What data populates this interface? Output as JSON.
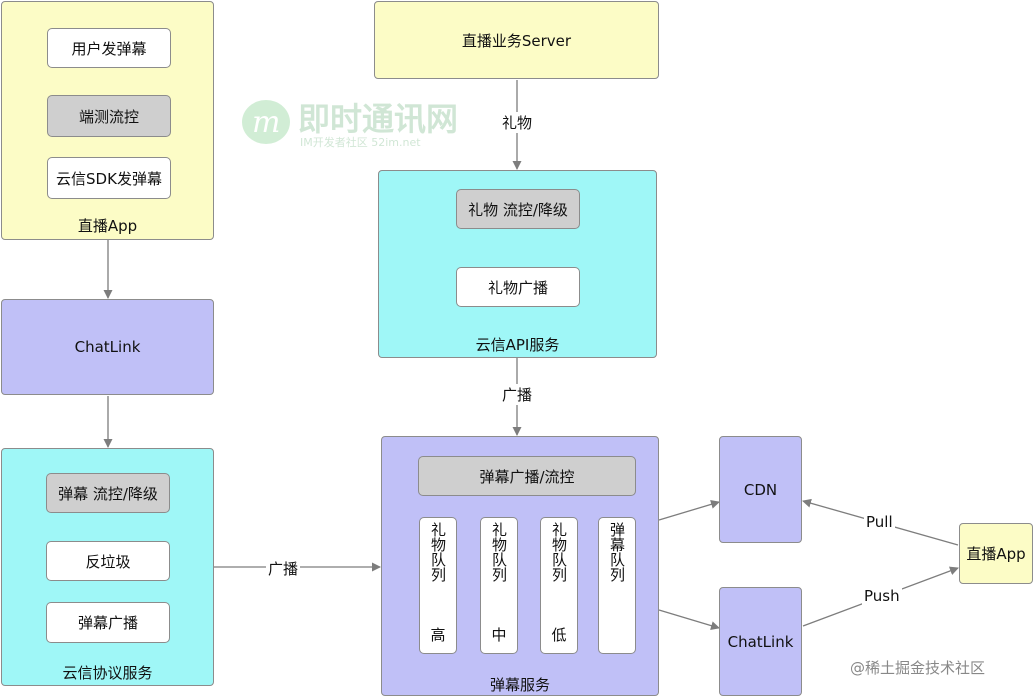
{
  "live_app": {
    "title": "直播App",
    "steps": [
      "用户发弹幕",
      "端测流控",
      "云信SDK发弹幕"
    ]
  },
  "chatlink_left": {
    "title": "ChatLink"
  },
  "protocol_service": {
    "title": "云信协议服务",
    "steps": [
      "弹幕 流控/降级",
      "反垃圾",
      "弹幕广播"
    ]
  },
  "live_server": {
    "title": "直播业务Server"
  },
  "api_service": {
    "title": "云信API服务",
    "steps": [
      "礼物 流控/降级",
      "礼物广播"
    ]
  },
  "danmaku_service": {
    "title": "弹幕服务",
    "header": "弹幕广播/流控",
    "queues": [
      {
        "text": "礼物队列",
        "level": "高"
      },
      {
        "text": "礼物队列",
        "level": "中"
      },
      {
        "text": "礼物队列",
        "level": "低"
      },
      {
        "text": "弹幕队列",
        "level": ""
      }
    ]
  },
  "cdn": {
    "title": "CDN"
  },
  "chatlink_right": {
    "title": "ChatLink"
  },
  "live_app_right": {
    "title": "直播App"
  },
  "edges": {
    "gift": "礼物",
    "broadcast_top": "广播",
    "broadcast_left": "广播",
    "pull": "Pull",
    "push": "Push"
  },
  "watermark": {
    "brand": "即时通讯网",
    "sub": "IM开发者社区 52im.net"
  },
  "credit": "@稀土掘金技术社区"
}
